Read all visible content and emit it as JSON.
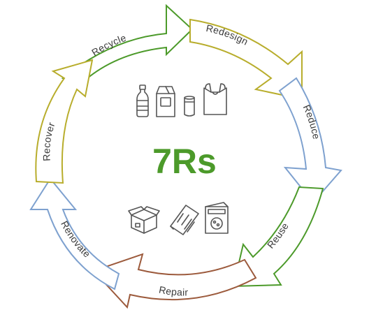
{
  "diagram": {
    "title": "7Rs",
    "steps": [
      {
        "label": "Recycle",
        "color": "#4c9a2a"
      },
      {
        "label": "Redesign",
        "color": "#b8ad2c"
      },
      {
        "label": "Reduce",
        "color": "#7ea1cf"
      },
      {
        "label": "Reuse",
        "color": "#4c9a2a"
      },
      {
        "label": "Repair",
        "color": "#9c5a3c"
      },
      {
        "label": "Renovate",
        "color": "#7ea1cf"
      },
      {
        "label": "Recover",
        "color": "#b8ad2c"
      }
    ],
    "title_color": "#4c9a2a",
    "icons_top": [
      "plastic-bottle-icon",
      "milk-carton-icon",
      "can-icon",
      "plastic-bag-icon"
    ],
    "icons_bottom": [
      "cardboard-box-icon",
      "newspaper-icon",
      "cereal-box-icon"
    ]
  }
}
